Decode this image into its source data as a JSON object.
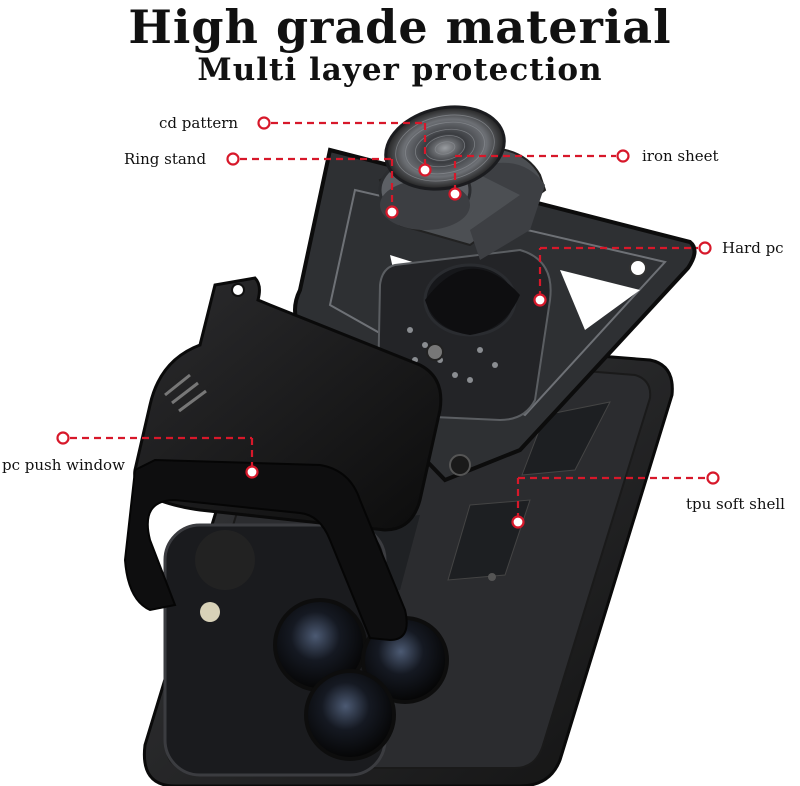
{
  "header": {
    "title": "High grade material",
    "subtitle": "Multi layer protection"
  },
  "callouts": {
    "cd_pattern": "cd pattern",
    "ring_stand": "Ring stand",
    "iron_sheet": "iron sheet",
    "hard_pc": "Hard pc",
    "pc_push_window": "pc push window",
    "tpu_soft_shell": "tpu soft shell"
  },
  "colors": {
    "callout_line": "#d7182a",
    "case_black": "#1b1b1b",
    "frame_gray": "#2e3033",
    "ring_gray": "#55585c"
  }
}
